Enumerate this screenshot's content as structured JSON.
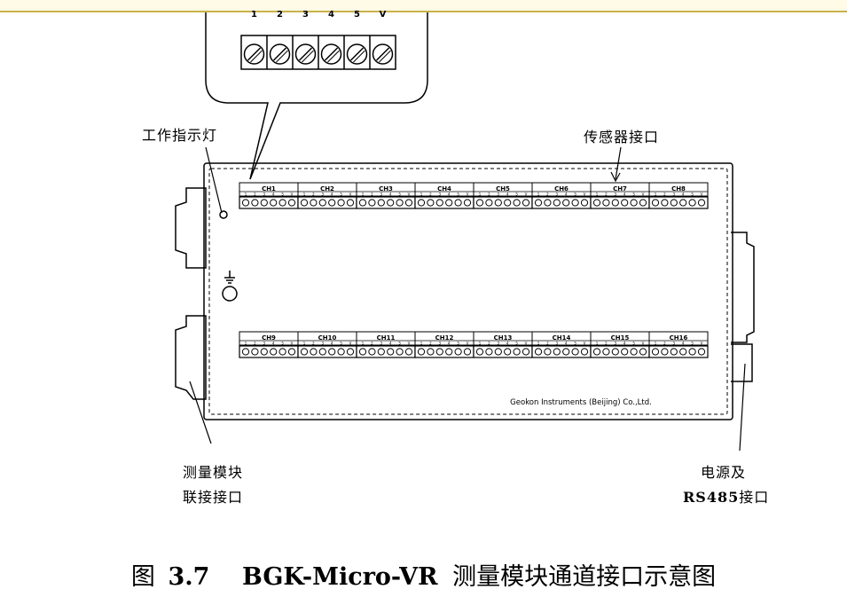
{
  "callout": {
    "terminals": [
      "1",
      "2",
      "3",
      "4",
      "5",
      "V"
    ]
  },
  "labels": {
    "indicator": "工作指示灯",
    "sensor": "传感器接口",
    "link_line1": "测量模块",
    "link_line2": "联接接口",
    "power_line1": "电源及",
    "power_rs": "RS485",
    "power_suffix": "接口"
  },
  "channels_top": [
    "CH1",
    "CH2",
    "CH3",
    "CH4",
    "CH5",
    "CH6",
    "CH7",
    "CH8"
  ],
  "channels_bottom": [
    "CH9",
    "CH10",
    "CH11",
    "CH12",
    "CH13",
    "CH14",
    "CH15",
    "CH16"
  ],
  "pin_labels": [
    "1",
    "2",
    "3",
    "4",
    "5",
    "V"
  ],
  "company": "Geokon Instruments (Beijing) Co.,Ltd.",
  "caption": {
    "prefix": "图",
    "number": "3.7",
    "model": "BGK-Micro-VR",
    "title": "测量模块通道接口示意图"
  }
}
